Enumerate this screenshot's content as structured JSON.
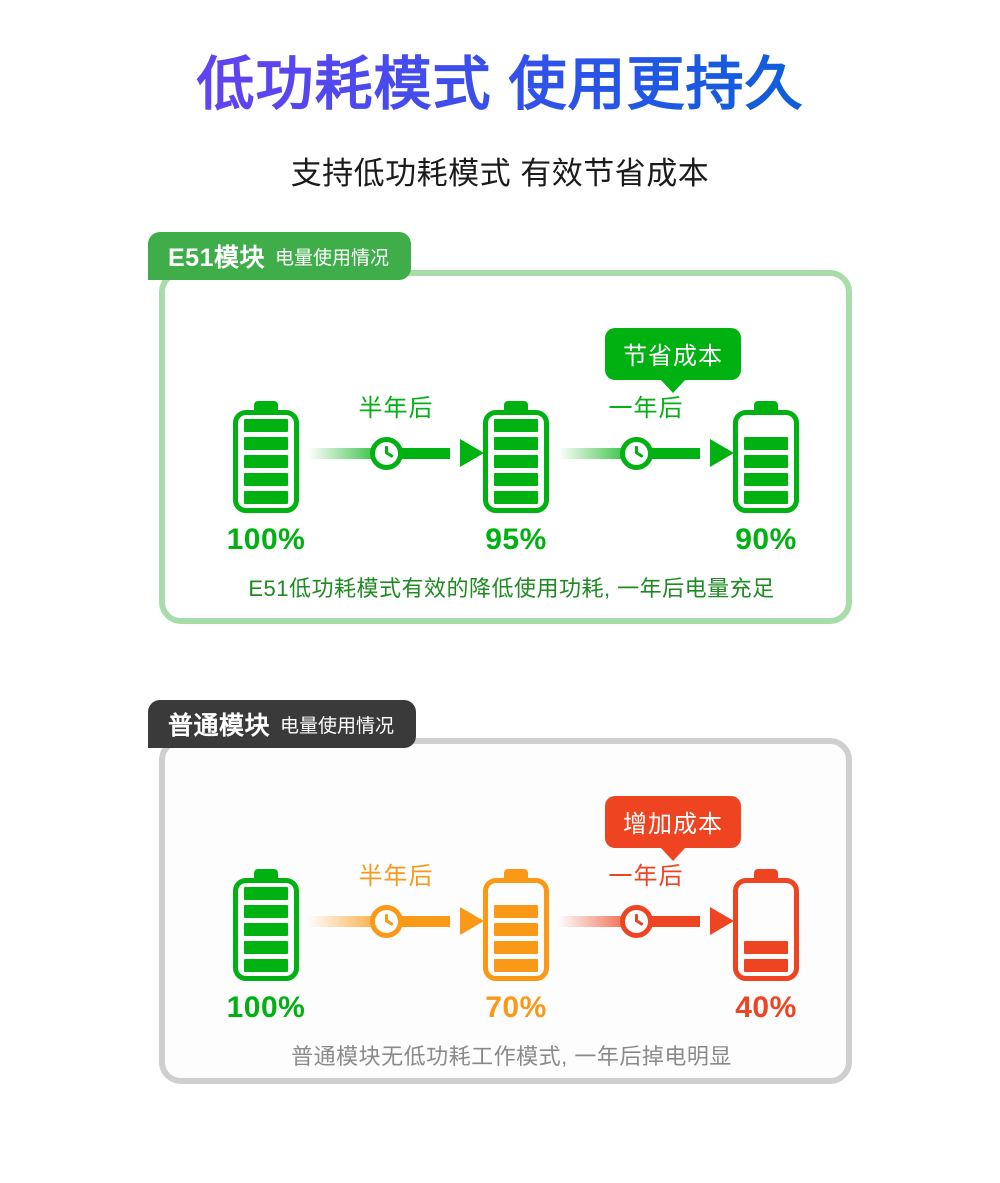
{
  "header": {
    "title": "低功耗模式 使用更持久",
    "subtitle": "支持低功耗模式 有效节省成本",
    "title_gradient_from": "#7B3FF2",
    "title_gradient_to": "#0B5FD8"
  },
  "colors": {
    "green": "#00B112",
    "green_tab": "#3FAE4A",
    "green_border": "#A8DCA8",
    "green_note": "#1E8A22",
    "orange": "#FA9917",
    "red": "#EE4422",
    "dark_tab": "#3A3A3A",
    "gray_border": "#CFCFCF",
    "gray_note": "#8A8A8A"
  },
  "cards": [
    {
      "id": "e51",
      "tab_title": "E51模块",
      "tab_subtitle": "电量使用情况",
      "badge": "节省成本",
      "note": "E51低功耗模式有效的降低使用功耗, 一年后电量充足",
      "stages": [
        {
          "percent": "100%",
          "bars": 5,
          "color": "#00B112"
        },
        {
          "percent": "95%",
          "bars": 5,
          "color": "#00B112"
        },
        {
          "percent": "90%",
          "bars": 4,
          "color": "#00B112"
        }
      ],
      "transitions": [
        {
          "label": "半年后",
          "color": "#00B112"
        },
        {
          "label": "一年后",
          "color": "#00B112"
        }
      ]
    },
    {
      "id": "normal",
      "tab_title": "普通模块",
      "tab_subtitle": "电量使用情况",
      "badge": "增加成本",
      "note": "普通模块无低功耗工作模式, 一年后掉电明显",
      "stages": [
        {
          "percent": "100%",
          "bars": 5,
          "color": "#00B112"
        },
        {
          "percent": "70%",
          "bars": 4,
          "color": "#FA9917"
        },
        {
          "percent": "40%",
          "bars": 2,
          "color": "#EE4422"
        }
      ],
      "transitions": [
        {
          "label": "半年后",
          "color": "#FA9917"
        },
        {
          "label": "一年后",
          "color": "#EE4422"
        }
      ]
    }
  ]
}
